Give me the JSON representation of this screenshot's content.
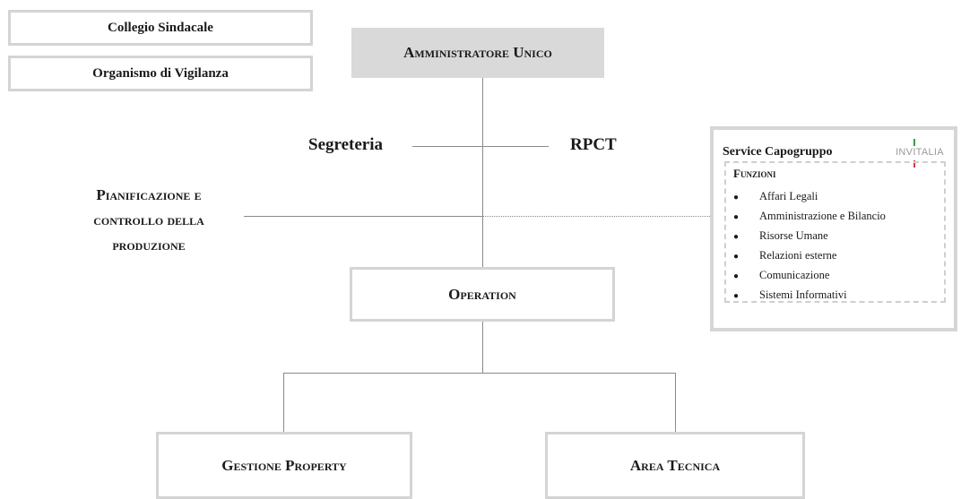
{
  "top_left": {
    "collegio": "Collegio Sindacale",
    "organismo": "Organismo di Vigilanza"
  },
  "amministratore": "Amministratore Unico",
  "segreteria": "Segreteria",
  "rpct": "RPCT",
  "pianificazione": [
    "Pianificazione e",
    "controllo della",
    "produzione"
  ],
  "operation": "Operation",
  "gestione_property": "Gestione Property",
  "area_tecnica": "Area Tecnica",
  "service": {
    "title": "Service Capogruppo",
    "logo_text": "INVITALIA",
    "funzioni_title": "Funzioni",
    "items": [
      "Affari Legali",
      "Amministrazione e Bilancio",
      "Risorse Umane",
      "Relazioni esterne",
      "Comunicazione",
      "Sistemi Informativi"
    ]
  },
  "colors": {
    "box_border": "#d4d4d4",
    "header_fill": "#d9d9d9",
    "line": "#8a8a8a",
    "logo_green": "#3c9a4a",
    "logo_red": "#d43c3c"
  }
}
